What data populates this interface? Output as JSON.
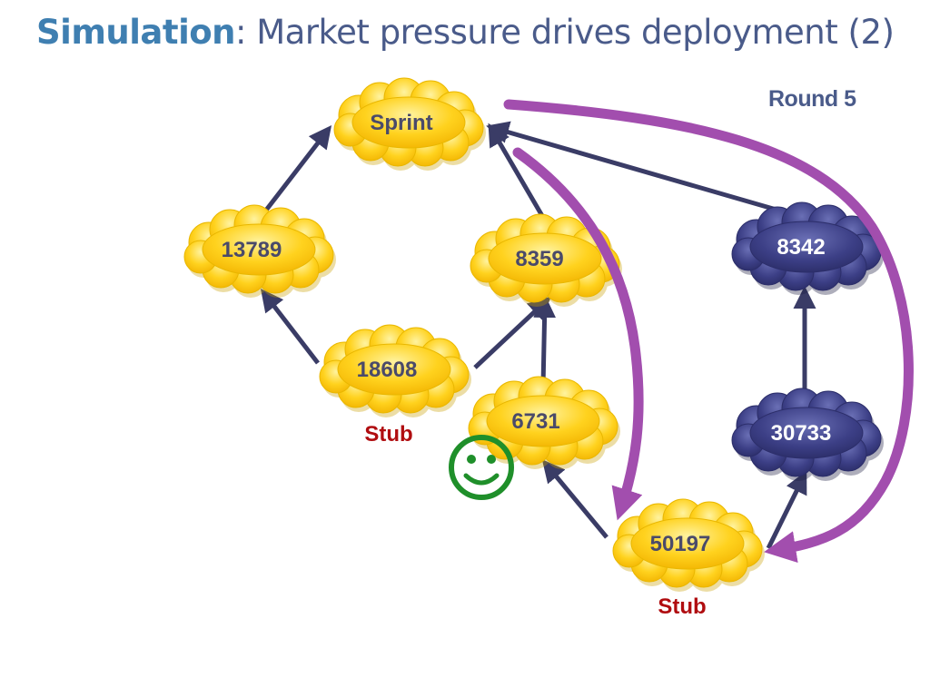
{
  "title": {
    "keyword": "Simulation",
    "rest": ": Market pressure drives deployment (2)"
  },
  "round_label": "Round 5",
  "nodes": {
    "sprint": "Sprint",
    "n13789": "13789",
    "n8359": "8359",
    "n8342": "8342",
    "n18608": "18608",
    "n6731": "6731",
    "n30733": "30733",
    "n50197": "50197"
  },
  "stub_labels": {
    "left": "Stub",
    "bottom": "Stub"
  },
  "colors": {
    "title_keyword": "#3f7fb1",
    "title_text": "#4a5b8a",
    "cloud_yellow": "#ffd21e",
    "cloud_navy": "#3c3f86",
    "edge": "#3a3c66",
    "pressure_arrow": "#a24eae",
    "stub": "#b00d10",
    "smiley": "#1f8f2a"
  },
  "icons": {
    "smiley": "smiley-face-icon"
  }
}
